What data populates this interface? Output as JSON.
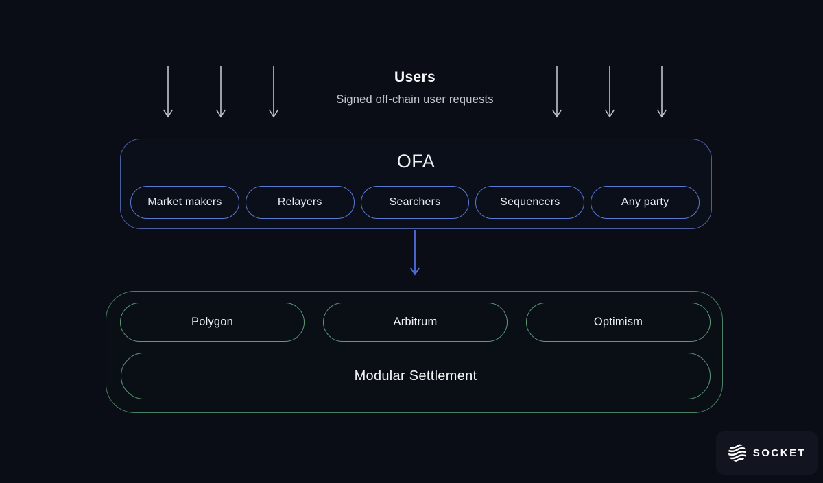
{
  "users": {
    "title": "Users",
    "subtitle": "Signed off-chain user requests"
  },
  "ofa": {
    "title": "OFA",
    "pills": [
      "Market makers",
      "Relayers",
      "Searchers",
      "Sequencers",
      "Any party"
    ]
  },
  "settlement": {
    "chains": [
      "Polygon",
      "Arbitrum",
      "Optimism"
    ],
    "bar_label": "Modular Settlement"
  },
  "brand": {
    "name": "SOCKET",
    "icon": "socket-wave-sphere-icon"
  },
  "icons": {
    "user_request_arrows": "down-arrow-icon",
    "connector": "down-arrow-icon"
  },
  "colors": {
    "background": "#0a0d16",
    "ofa_box_border": "#4a5f9e",
    "ofa_pill_border": "#5b7ad4",
    "green_border": "#5d9a78",
    "arrow_gray": "#c0c3cd",
    "connector_blue": "#4f6fe0",
    "badge_background": "#12151f",
    "text_primary": "#f4f5f7",
    "text_secondary": "#c3c6d0"
  }
}
